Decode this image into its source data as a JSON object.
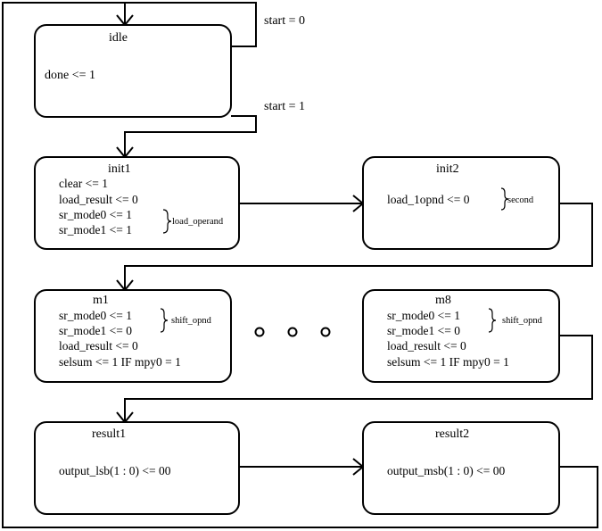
{
  "states": {
    "idle": {
      "name": "idle",
      "lines": [
        "done <= 1"
      ]
    },
    "init1": {
      "name": "init1",
      "lines": [
        "clear <= 1",
        "load_result <= 0",
        "sr_mode0 <= 1",
        "sr_mode1 <= 1"
      ],
      "brace_label": "load_operand"
    },
    "init2": {
      "name": "init2",
      "lines": [
        "load_1opnd <= 0"
      ],
      "brace_label": "second"
    },
    "m1": {
      "name": "m1",
      "lines": [
        "sr_mode0 <= 1",
        "sr_mode1 <= 0",
        "load_result <= 0",
        "selsum <= 1 IF mpy0 = 1"
      ],
      "brace_label": "shift_opnd"
    },
    "m8": {
      "name": "m8",
      "lines": [
        "sr_mode0 <= 1",
        "sr_mode1 <= 0",
        "load_result <= 0",
        "selsum <= 1 IF mpy0 = 1"
      ],
      "brace_label": "shift_opnd"
    },
    "result1": {
      "name": "result1",
      "lines": [
        "output_lsb(1 : 0) <= 00"
      ]
    },
    "result2": {
      "name": "result2",
      "lines": [
        "output_msb(1 : 0) <= 00"
      ]
    }
  },
  "transitions": {
    "start_zero": "start = 0",
    "start_one": "start = 1"
  }
}
